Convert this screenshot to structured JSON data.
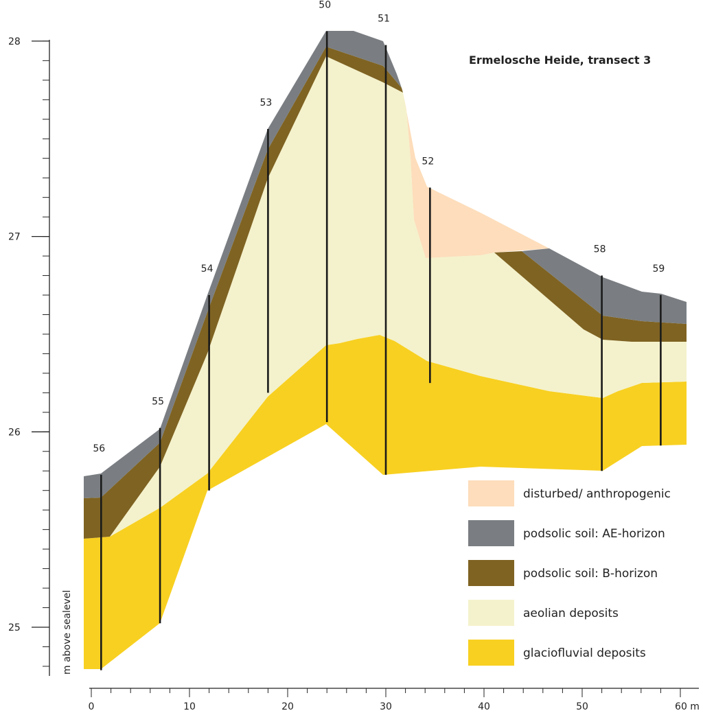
{
  "title": "Ermelosche Heide, transect 3",
  "y_axis": {
    "label": "m above sealevel",
    "ticks": [
      "25",
      "26",
      "27",
      "28"
    ]
  },
  "x_axis": {
    "ticks": [
      "0",
      "10",
      "20",
      "30",
      "40",
      "50",
      "60 m"
    ]
  },
  "boreholes": [
    {
      "id": "56",
      "x_m": 1.0,
      "top_m": 25.78,
      "bottom_m": 24.78
    },
    {
      "id": "55",
      "x_m": 7.0,
      "top_m": 26.02,
      "bottom_m": 25.02
    },
    {
      "id": "54",
      "x_m": 12.0,
      "top_m": 26.7,
      "bottom_m": 25.7
    },
    {
      "id": "53",
      "x_m": 18.0,
      "top_m": 27.55,
      "bottom_m": 26.2
    },
    {
      "id": "50",
      "x_m": 24.0,
      "top_m": 28.05,
      "bottom_m": 26.05
    },
    {
      "id": "51",
      "x_m": 30.0,
      "top_m": 27.98,
      "bottom_m": 25.78
    },
    {
      "id": "52",
      "x_m": 34.5,
      "top_m": 27.25,
      "bottom_m": 26.25
    },
    {
      "id": "58",
      "x_m": 52.0,
      "top_m": 26.8,
      "bottom_m": 25.8
    },
    {
      "id": "59",
      "x_m": 58.0,
      "top_m": 26.7,
      "bottom_m": 25.93
    }
  ],
  "legend": [
    {
      "key": "disturbed",
      "label": "disturbed/ anthropogenic",
      "color": "#FDDDBB"
    },
    {
      "key": "ae",
      "label": "podsolic soil: AE-horizon",
      "color": "#7A7E82"
    },
    {
      "key": "b",
      "label": "podsolic soil: B-horizon",
      "color": "#7F6322"
    },
    {
      "key": "aeolian",
      "label": "aeolian deposits",
      "color": "#F4F2CC"
    },
    {
      "key": "glacio",
      "label": "glaciofluvial deposits",
      "color": "#F8D021"
    }
  ]
}
